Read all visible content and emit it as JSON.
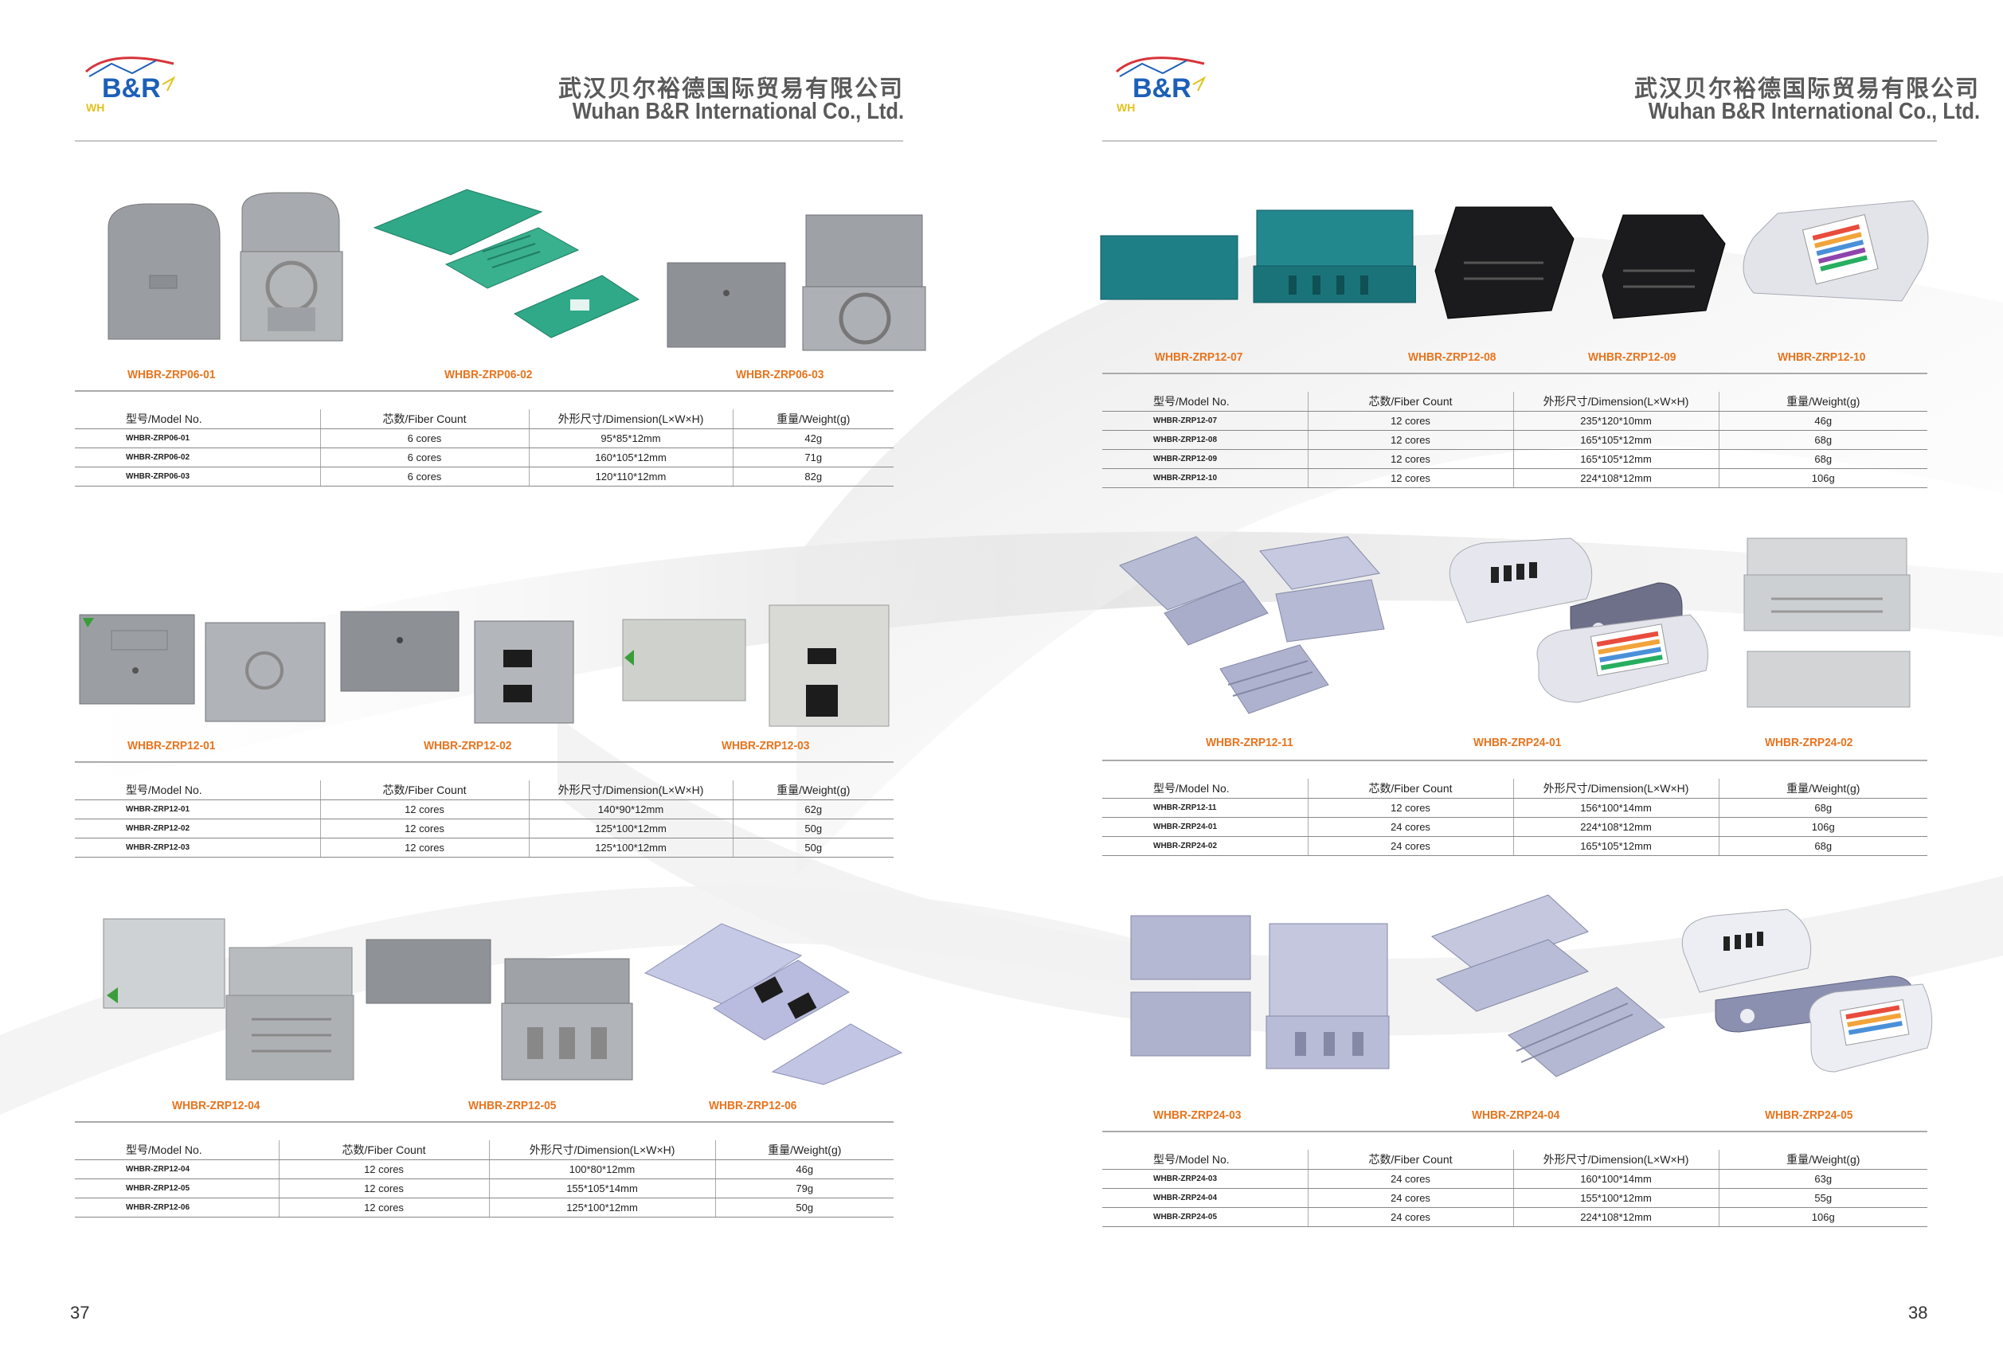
{
  "company": {
    "name_cn": "武汉贝尔裕德国际贸易有限公司",
    "name_en": "Wuhan B&R International Co., Ltd.",
    "logo_text": "B&R",
    "logo_sub": "WH"
  },
  "colors": {
    "label_orange": "#e8741e",
    "rule_gray": "#c8c8c8",
    "text_gray": "#5a5a5a"
  },
  "table_headers": {
    "model": "型号/Model No.",
    "fiber": "芯数/Fiber Count",
    "dimension": "外形尺寸/Dimension(L×W×H)",
    "weight": "重量/Weight(g)"
  },
  "pages": [
    {
      "number": "37",
      "sections": [
        {
          "labels": [
            "WHBR-ZRP06-01",
            "WHBR-ZRP06-02",
            "WHBR-ZRP06-03"
          ],
          "rows": [
            {
              "model": "WHBR-ZRP06-01",
              "fiber": "6 cores",
              "dimension": "95*85*12mm",
              "weight": "42g"
            },
            {
              "model": "WHBR-ZRP06-02",
              "fiber": "6 cores",
              "dimension": "160*105*12mm",
              "weight": "71g"
            },
            {
              "model": "WHBR-ZRP06-03",
              "fiber": "6 cores",
              "dimension": "120*110*12mm",
              "weight": "82g"
            }
          ]
        },
        {
          "labels": [
            "WHBR-ZRP12-01",
            "WHBR-ZRP12-02",
            "WHBR-ZRP12-03"
          ],
          "rows": [
            {
              "model": "WHBR-ZRP12-01",
              "fiber": "12 cores",
              "dimension": "140*90*12mm",
              "weight": "62g"
            },
            {
              "model": "WHBR-ZRP12-02",
              "fiber": "12 cores",
              "dimension": "125*100*12mm",
              "weight": "50g"
            },
            {
              "model": "WHBR-ZRP12-03",
              "fiber": "12 cores",
              "dimension": "125*100*12mm",
              "weight": "50g"
            }
          ]
        },
        {
          "labels": [
            "WHBR-ZRP12-04",
            "WHBR-ZRP12-05",
            "WHBR-ZRP12-06"
          ],
          "rows": [
            {
              "model": "WHBR-ZRP12-04",
              "fiber": "12 cores",
              "dimension": "100*80*12mm",
              "weight": "46g"
            },
            {
              "model": "WHBR-ZRP12-05",
              "fiber": "12 cores",
              "dimension": "155*105*14mm",
              "weight": "79g"
            },
            {
              "model": "WHBR-ZRP12-06",
              "fiber": "12 cores",
              "dimension": "125*100*12mm",
              "weight": "50g"
            }
          ]
        }
      ]
    },
    {
      "number": "38",
      "sections": [
        {
          "labels": [
            "WHBR-ZRP12-07",
            "WHBR-ZRP12-08",
            "WHBR-ZRP12-09",
            "WHBR-ZRP12-10"
          ],
          "rows": [
            {
              "model": "WHBR-ZRP12-07",
              "fiber": "12 cores",
              "dimension": "235*120*10mm",
              "weight": "46g"
            },
            {
              "model": "WHBR-ZRP12-08",
              "fiber": "12 cores",
              "dimension": "165*105*12mm",
              "weight": "68g"
            },
            {
              "model": "WHBR-ZRP12-09",
              "fiber": "12 cores",
              "dimension": "165*105*12mm",
              "weight": "68g"
            },
            {
              "model": "WHBR-ZRP12-10",
              "fiber": "12 cores",
              "dimension": "224*108*12mm",
              "weight": "106g"
            }
          ]
        },
        {
          "labels": [
            "WHBR-ZRP12-11",
            "WHBR-ZRP24-01",
            "WHBR-ZRP24-02"
          ],
          "rows": [
            {
              "model": "WHBR-ZRP12-11",
              "fiber": "12 cores",
              "dimension": "156*100*14mm",
              "weight": "68g"
            },
            {
              "model": "WHBR-ZRP24-01",
              "fiber": "24 cores",
              "dimension": "224*108*12mm",
              "weight": "106g"
            },
            {
              "model": "WHBR-ZRP24-02",
              "fiber": "24 cores",
              "dimension": "165*105*12mm",
              "weight": "68g"
            }
          ]
        },
        {
          "labels": [
            "WHBR-ZRP24-03",
            "WHBR-ZRP24-04",
            "WHBR-ZRP24-05"
          ],
          "rows": [
            {
              "model": "WHBR-ZRP24-03",
              "fiber": "24 cores",
              "dimension": "160*100*14mm",
              "weight": "63g"
            },
            {
              "model": "WHBR-ZRP24-04",
              "fiber": "24 cores",
              "dimension": "155*100*12mm",
              "weight": "55g"
            },
            {
              "model": "WHBR-ZRP24-05",
              "fiber": "24 cores",
              "dimension": "224*108*12mm",
              "weight": "106g"
            }
          ]
        }
      ]
    }
  ]
}
